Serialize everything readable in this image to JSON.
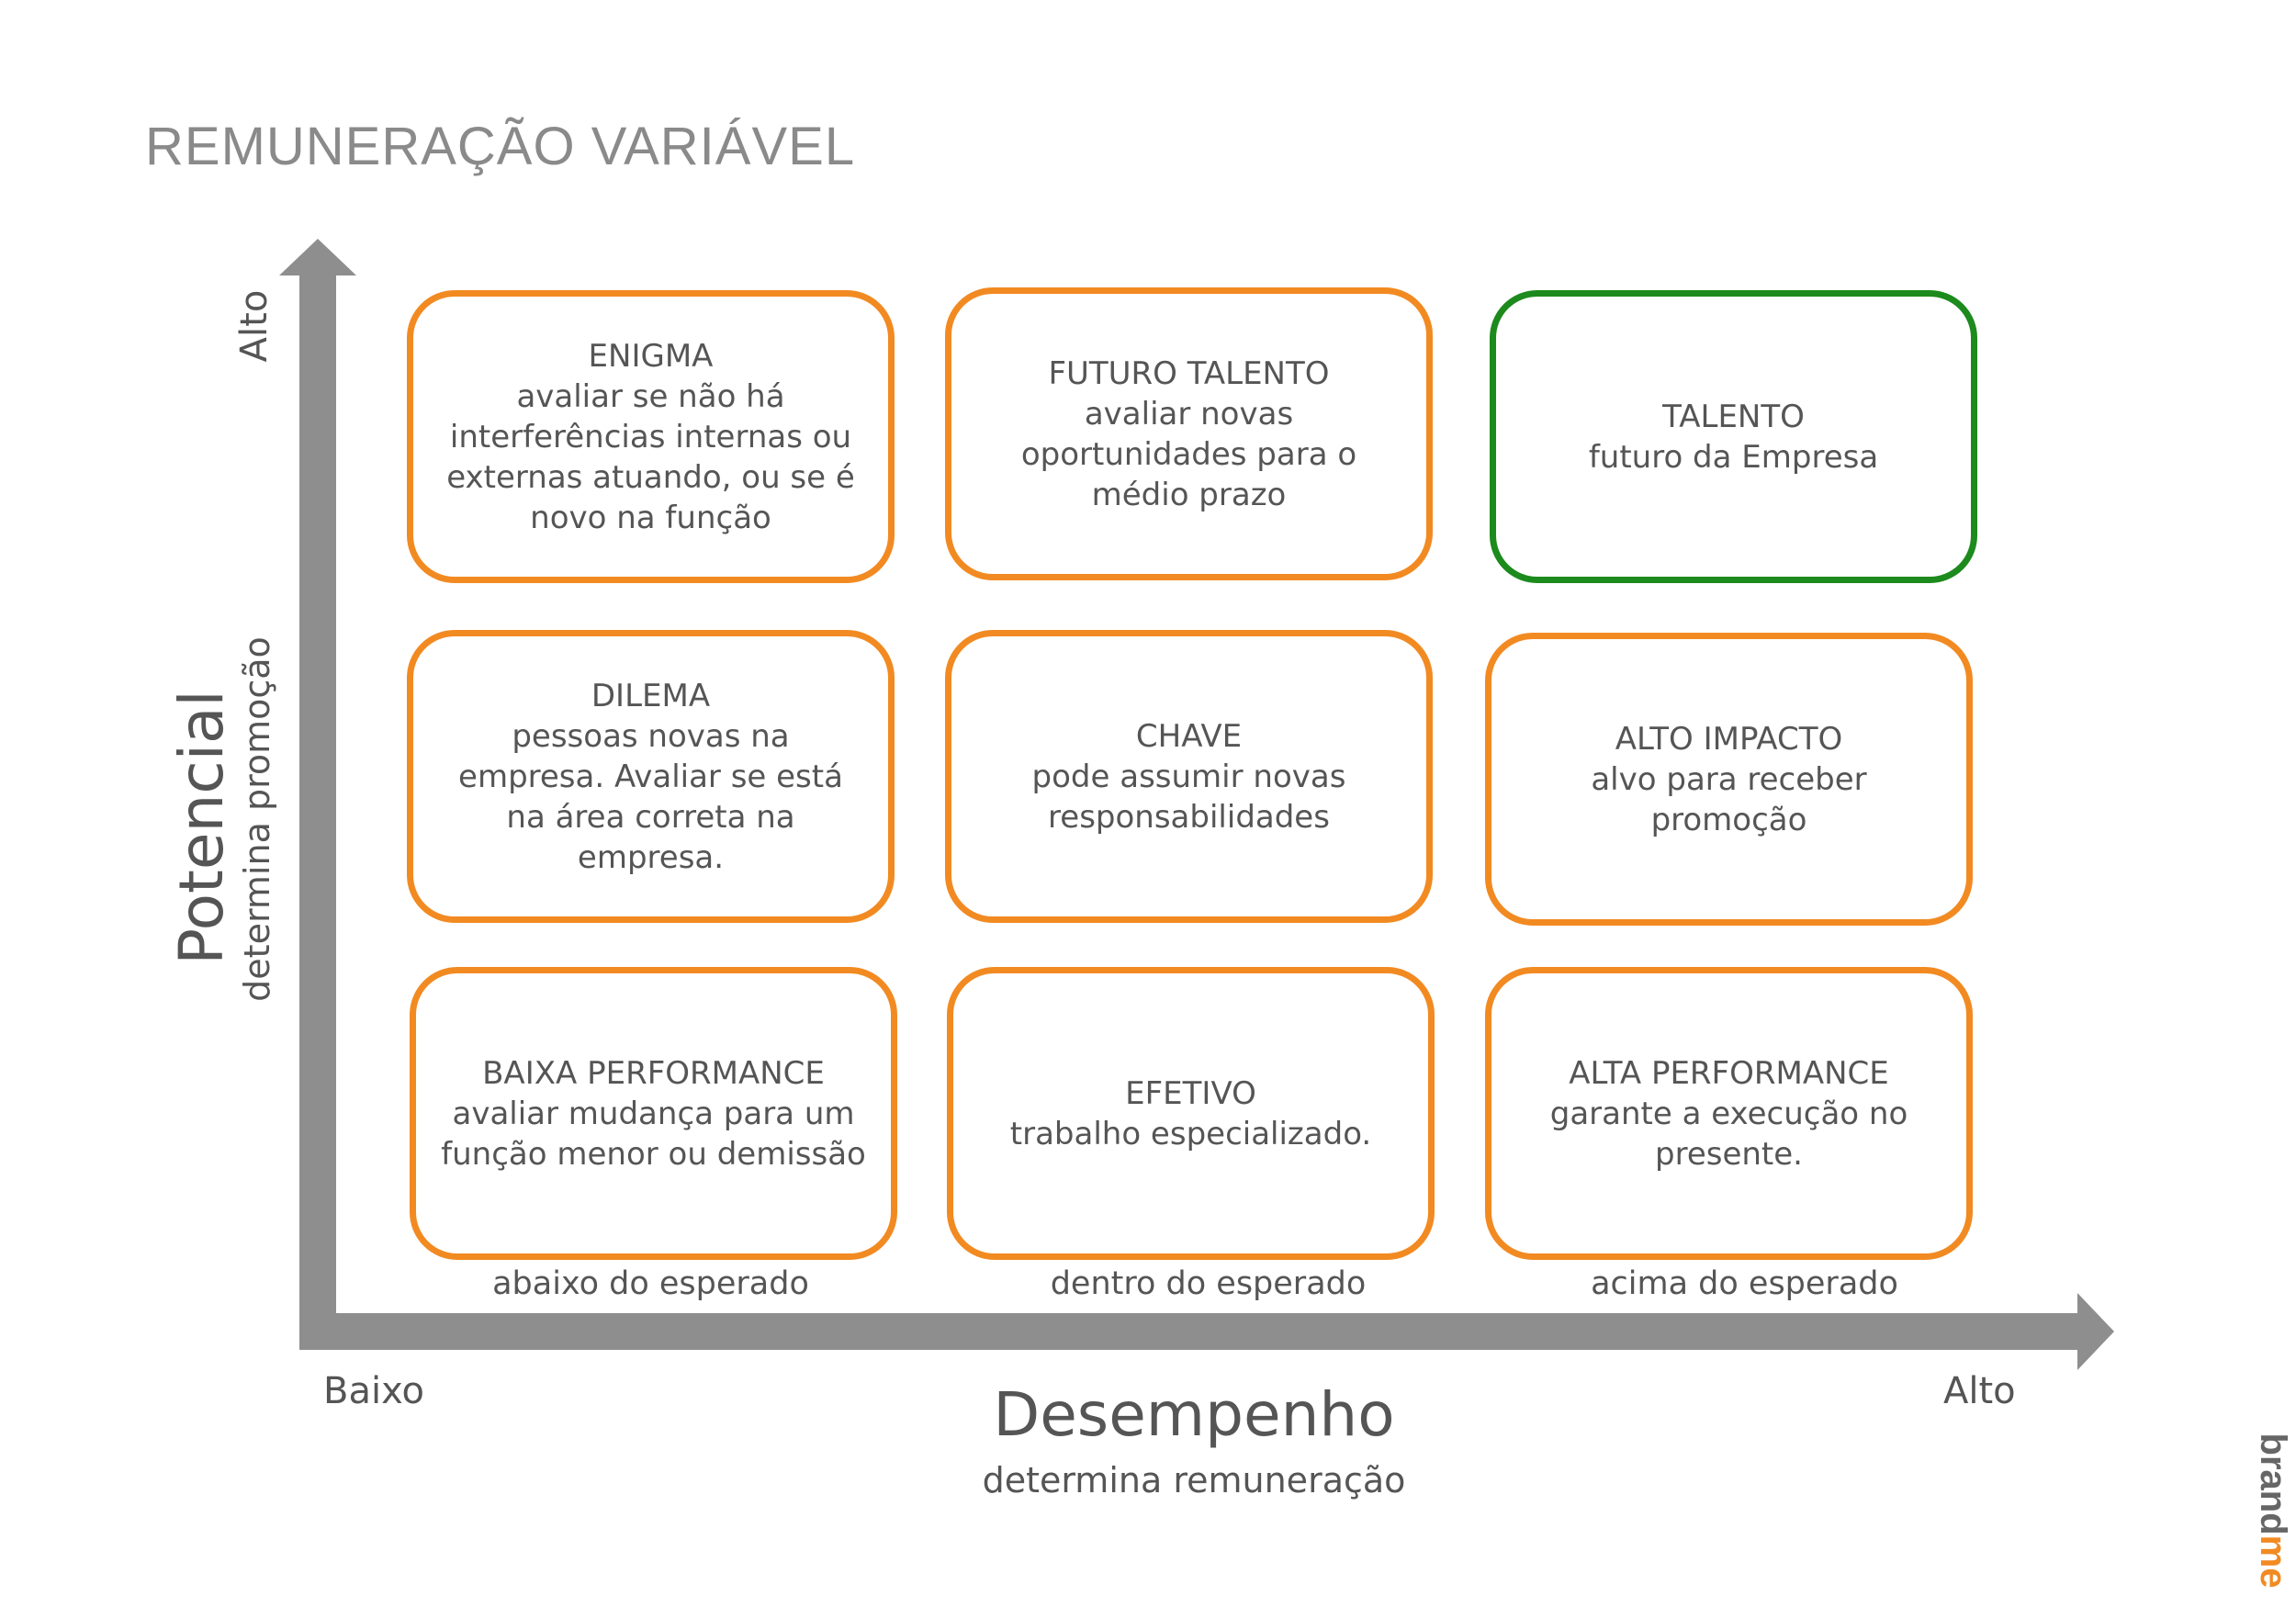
{
  "title": "REMUNERAÇÃO VARIÁVEL",
  "y_axis": {
    "title": "Potencial",
    "subtitle": "determina promoção",
    "high": "Alto"
  },
  "x_axis": {
    "title": "Desempenho",
    "subtitle": "determina remuneração",
    "low": "Baixo",
    "high": "Alto",
    "columns": [
      "abaixo do esperado",
      "dentro do esperado",
      "acima do esperado"
    ]
  },
  "cells": [
    {
      "name": "ENIGMA",
      "desc": "avaliar se não há interferências internas ou externas atuando, ou se é novo na função",
      "color": "#f28a22"
    },
    {
      "name": "FUTURO TALENTO",
      "desc": "avaliar novas oportunidades para o médio prazo",
      "color": "#f28a22"
    },
    {
      "name": "TALENTO",
      "desc": "futuro da Empresa",
      "color": "#1c8a1c"
    },
    {
      "name": "DILEMA",
      "desc": "pessoas novas na empresa. Avaliar se está na área correta na empresa.",
      "color": "#f28a22"
    },
    {
      "name": "CHAVE",
      "desc": "pode assumir novas responsabilidades",
      "color": "#f28a22"
    },
    {
      "name": "ALTO IMPACTO",
      "desc": "alvo para receber promoção",
      "color": "#f28a22"
    },
    {
      "name": "BAIXA PERFORMANCE",
      "desc": "avaliar mudança para um função menor ou demissão",
      "color": "#f28a22"
    },
    {
      "name": "EFETIVO",
      "desc": "trabalho especializado.",
      "color": "#f28a22"
    },
    {
      "name": "ALTA PERFORMANCE",
      "desc": "garante a execução no presente.",
      "color": "#f28a22"
    }
  ],
  "brand": {
    "part1": "brand",
    "part2": "me"
  }
}
